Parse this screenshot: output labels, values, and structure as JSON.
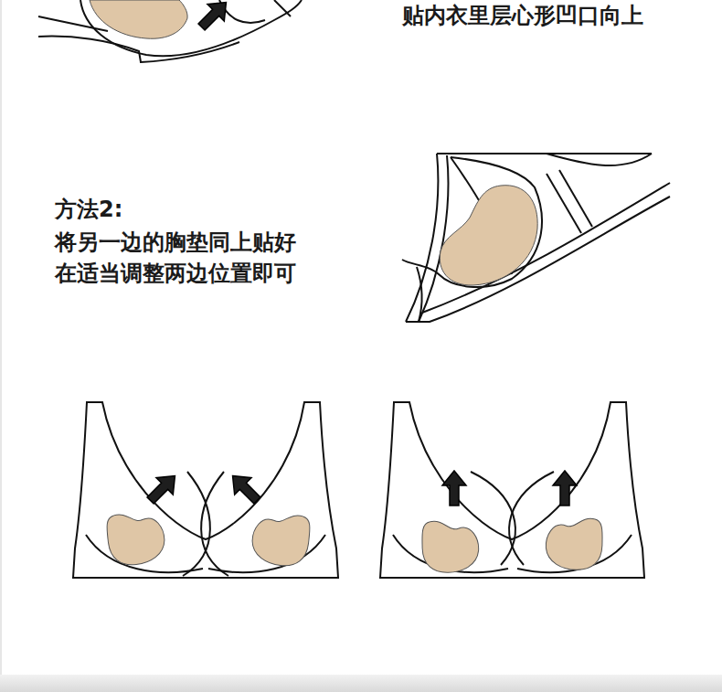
{
  "diagram": {
    "labels": [
      "贴内衣里层心形凹口向上",
      "方法2:",
      "将另一边的胸垫同上贴好 在适当调整两边位置即可"
    ]
  }
}
